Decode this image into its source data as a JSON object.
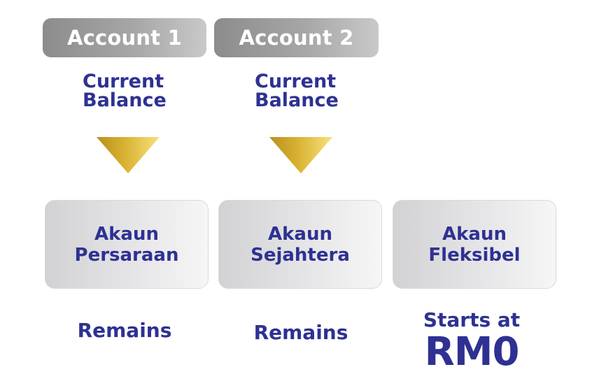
{
  "accounts": [
    {
      "label": "Account 1",
      "balance": "Current\nBalance"
    },
    {
      "label": "Account 2",
      "balance": "Current\nBalance"
    }
  ],
  "akaun": [
    {
      "label": "Akaun\nPersaraan",
      "result": "Remains"
    },
    {
      "label": "Akaun\nSejahtera",
      "result": "Remains"
    },
    {
      "label": "Akaun\nFleksibel",
      "result_line1": "Starts at",
      "result_line2": "RM0"
    }
  ],
  "colors": {
    "text_primary": "#2e3192",
    "arrow_gold_dark": "#c9a227",
    "arrow_gold_light": "#f7de68",
    "pill_gray": "#9a9a9a"
  },
  "icons": [
    "down-triangle-arrow-icon",
    "down-triangle-arrow-icon"
  ]
}
